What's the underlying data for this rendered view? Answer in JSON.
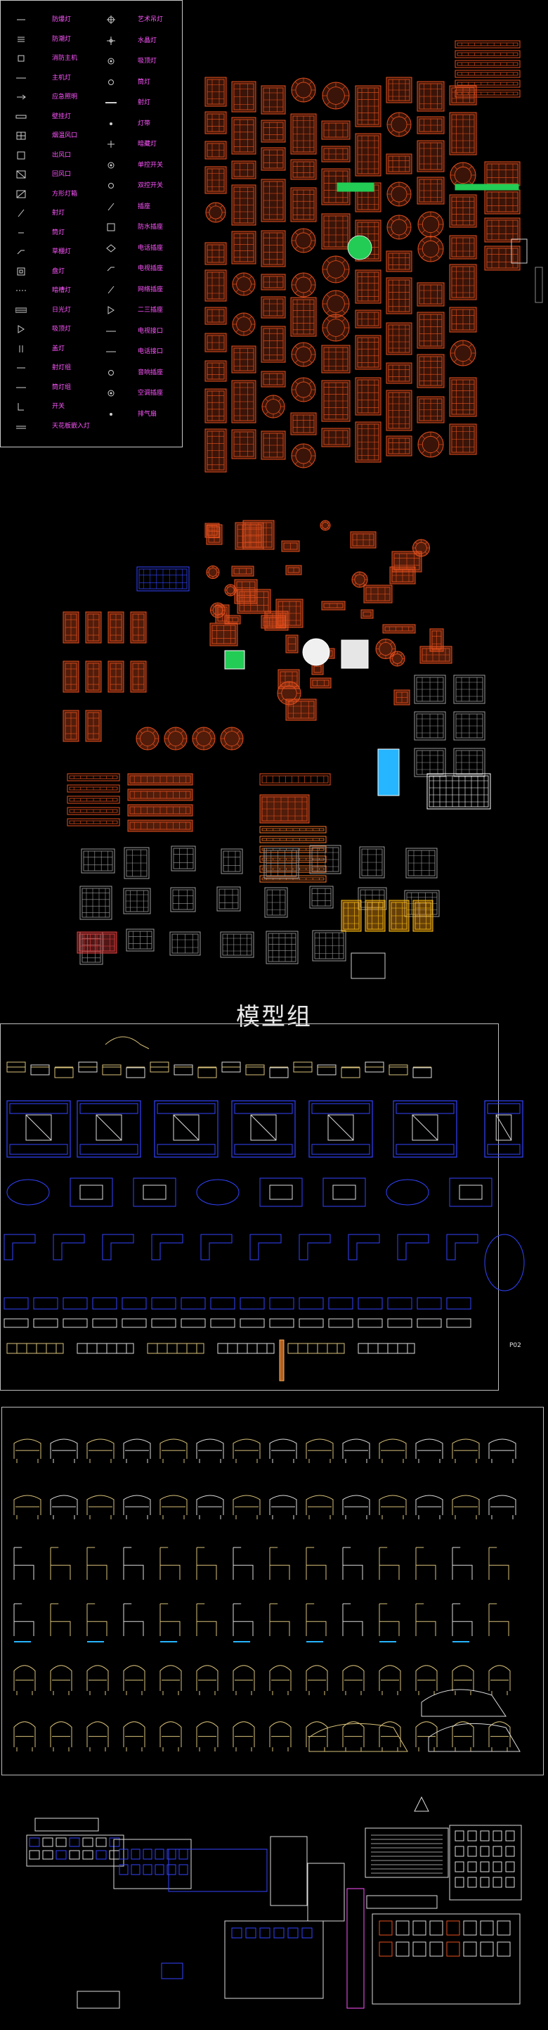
{
  "section_title": "模型组",
  "corner_note": "P02",
  "legend": {
    "left": [
      {
        "label": "防爆灯",
        "icon": "line-icon"
      },
      {
        "label": "防潮灯",
        "icon": "triple-line-icon"
      },
      {
        "label": "消防主机",
        "icon": "plug-icon"
      },
      {
        "label": "主机灯",
        "icon": "dash-icon"
      },
      {
        "label": "应急照明",
        "icon": "arrow-icon"
      },
      {
        "label": "壁挂灯",
        "icon": "bar-icon"
      },
      {
        "label": "烟温风口",
        "icon": "grid-icon"
      },
      {
        "label": "出风口",
        "icon": "square-icon"
      },
      {
        "label": "回风口",
        "icon": "vent-icon"
      },
      {
        "label": "方形灯箱",
        "icon": "diagonal-icon"
      },
      {
        "label": "射灯",
        "icon": "slash-icon"
      },
      {
        "label": "筒灯",
        "icon": "short-dash-icon"
      },
      {
        "label": "草棚灯",
        "icon": "tick-icon"
      },
      {
        "label": "盘灯",
        "icon": "box-icon"
      },
      {
        "label": "暗槽灯",
        "icon": "dotted-line-icon"
      },
      {
        "label": "日光灯",
        "icon": "tube-icon"
      },
      {
        "label": "吸顶灯",
        "icon": "triangle-icon"
      },
      {
        "label": "盖灯",
        "icon": "pendant-icon"
      },
      {
        "label": "射灯组",
        "icon": "line-icon"
      },
      {
        "label": "筒灯组",
        "icon": "dash-icon"
      },
      {
        "label": "开关",
        "icon": "bracket-icon"
      },
      {
        "label": "天花板嵌入灯",
        "icon": "wall-icon"
      }
    ],
    "right": [
      {
        "label": "艺术吊灯",
        "icon": "chandelier-icon"
      },
      {
        "label": "水晶灯",
        "icon": "cross-icon"
      },
      {
        "label": "吸顶灯",
        "icon": "ring-icon"
      },
      {
        "label": "筒灯",
        "icon": "circle-icon"
      },
      {
        "label": "射灯",
        "icon": "long-line-icon"
      },
      {
        "label": "灯带",
        "icon": "dot-icon"
      },
      {
        "label": "暗藏灯",
        "icon": "plus-icon"
      },
      {
        "label": "单控开关",
        "icon": "ring-icon"
      },
      {
        "label": "双控开关",
        "icon": "circle-icon"
      },
      {
        "label": "插座",
        "icon": "slash-icon"
      },
      {
        "label": "防水插座",
        "icon": "square-icon"
      },
      {
        "label": "电话插座",
        "icon": "diamond-icon"
      },
      {
        "label": "电视插座",
        "icon": "tick-icon"
      },
      {
        "label": "网络插座",
        "icon": "slash-icon"
      },
      {
        "label": "二三插座",
        "icon": "triangle-icon"
      },
      {
        "label": "电视接口",
        "icon": "dash-icon"
      },
      {
        "label": "电话接口",
        "icon": "dash-icon"
      },
      {
        "label": "音响插座",
        "icon": "circle-icon"
      },
      {
        "label": "空调插座",
        "icon": "ring-icon"
      },
      {
        "label": "排气扇",
        "icon": "dot-icon"
      }
    ]
  },
  "colors": {
    "background": "#000000",
    "orange": "#e8501e",
    "orange_light": "#ff7a2a",
    "magenta": "#ff55ff",
    "blue": "#3344ff",
    "yellow": "#d9c27a",
    "white": "#dcdcdc",
    "green": "#22cc55",
    "gray": "#9a9a9a",
    "cyan": "#26b5ff"
  }
}
